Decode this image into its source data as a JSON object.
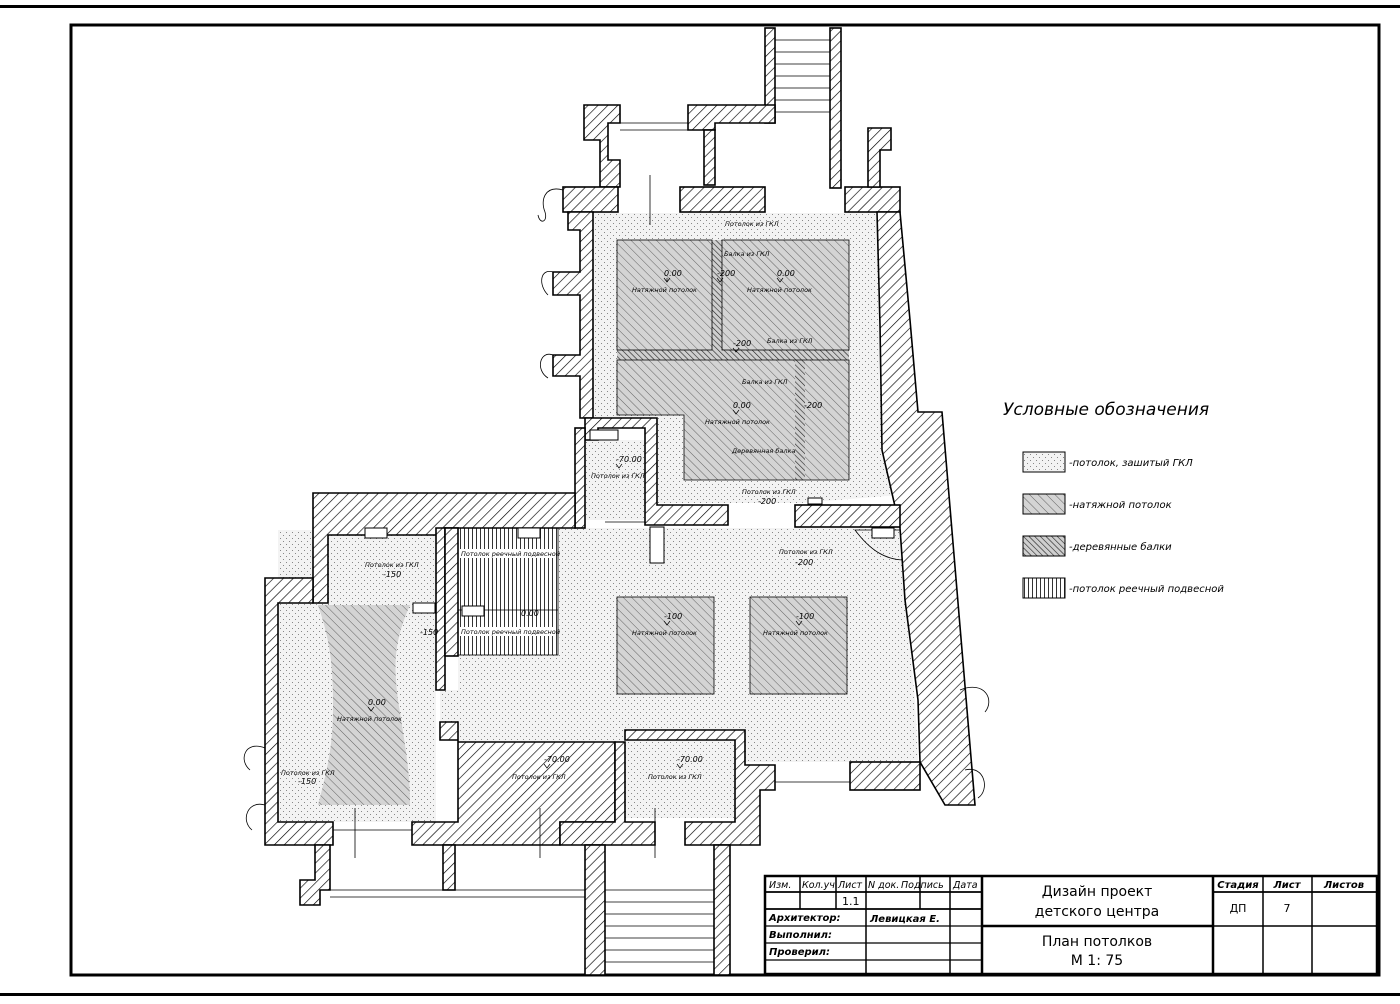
{
  "legend": {
    "title": "Условные обозначения",
    "items": [
      {
        "key": "gkl",
        "label": "-потолок, зашитый ГКЛ"
      },
      {
        "key": "stretch",
        "label": "-натяжной потолок"
      },
      {
        "key": "beams",
        "label": "-деревянные балки"
      },
      {
        "key": "rack",
        "label": "-потолок реечный подвесной"
      }
    ]
  },
  "rooms": {
    "top": {
      "gkl_label": "Потолок из ГКЛ",
      "beam1_label": "Балка из ГКЛ",
      "beam1_level": "-200",
      "stretch1_level": "0.00",
      "stretch1_label": "Натяжной потолок",
      "stretch2_level": "0.00",
      "stretch2_label": "Натяжной потолок",
      "beam2_level": "-200",
      "beam2_label": "Балка из ГКЛ",
      "beam3_label": "Балка из ГКЛ",
      "stretch3_level": "0.00",
      "stretch3_label": "Натяжной потолок",
      "beam4_level": "-200",
      "wood_label": "Деревянная балка",
      "bottom_gkl_label": "Потолок из ГКЛ",
      "bottom_gkl_level": "-200"
    },
    "corridor": {
      "level": "-70.00",
      "label": "Потолок из ГКЛ"
    },
    "hall": {
      "gkl_label": "Потолок из ГКЛ",
      "gkl_level": "-200",
      "stretch1_level": "-100",
      "stretch1_label": "Натяжной потолок",
      "stretch2_level": "-100",
      "stretch2_label": "Натяжной потолок"
    },
    "rack": {
      "label1": "Потолок реечный подвесной",
      "level2": "0.00",
      "label2": "Потолок реечный подвесной"
    },
    "left": {
      "gkl_label": "Потолок из ГКЛ",
      "gkl_level": "-150",
      "side_level": "-150",
      "stretch_level": "0.00",
      "stretch_label": "Натяжной потолок",
      "bottom_label": "Потолок из ГКЛ",
      "bottom_level": "-150"
    },
    "bottom1": {
      "level": "-70.00",
      "label": "Потолок из ГКЛ"
    },
    "bottom2": {
      "level": "-70.00",
      "label": "Потолок из ГКЛ"
    }
  },
  "title_block": {
    "headers": [
      "Изм.",
      "Кол.уч",
      "Лист",
      "N док.",
      "Подпись",
      "Дата"
    ],
    "sheet_no": "1.1",
    "roles": [
      "Архитектор:",
      "Выполнил:",
      "Проверил:"
    ],
    "architect": "Левицкая Е.",
    "project_line1": "Дизайн проект",
    "project_line2": "детского центра",
    "drawing_line1": "План потолков",
    "drawing_line2": "М 1: 75",
    "stage_header": "Стадия",
    "sheet_header": "Лист",
    "sheets_header": "Листов",
    "stage": "ДП",
    "sheet": "7",
    "sheets": ""
  },
  "colors": {
    "line": "#000000",
    "gkl_fill": "#f2f2f2",
    "stretch_fill": "#d0d0d0"
  }
}
